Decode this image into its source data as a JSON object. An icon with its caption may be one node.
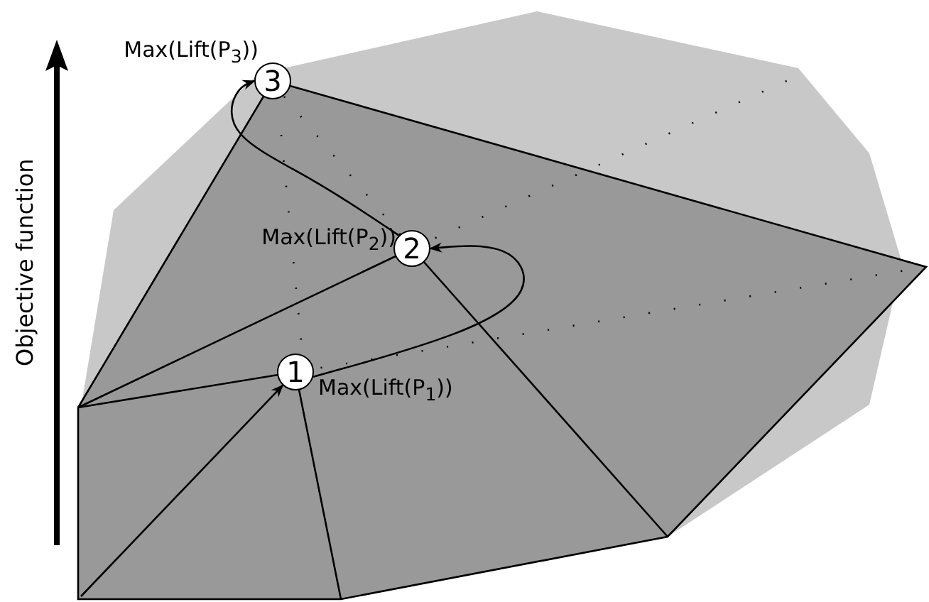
{
  "diagram": {
    "nodes": [
      {
        "text": [
          "1"
        ],
        "beside": [
          "Max(Lift(P$_{1}$))"
        ]
      },
      {
        "text": [
          "2"
        ],
        "beside": [
          "Max(Lift(P$_{2}$))"
        ]
      },
      {
        "text": [
          "3"
        ],
        "beside": [
          "Max(Lift(P$_{3}$))"
        ]
      }
    ],
    "edges": [
      {
        "from": null,
        "to": 0,
        "arrow": "to"
      },
      {
        "from": 0,
        "to": 1,
        "arrow": "to"
      },
      {
        "from": 1,
        "to": 2,
        "arrow": "to"
      }
    ],
    "labels": [
      "Objective function"
    ]
  }
}
